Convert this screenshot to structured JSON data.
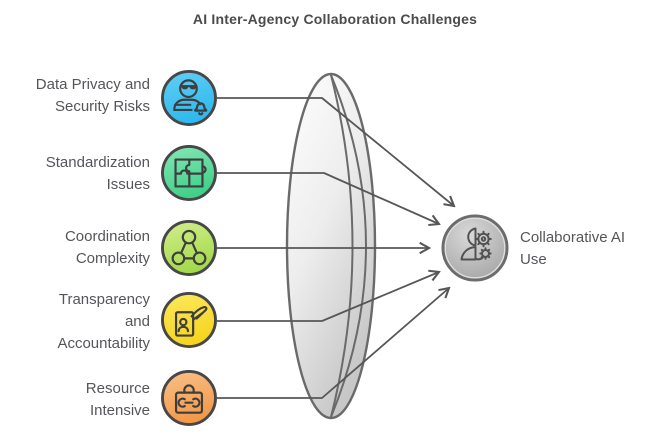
{
  "title": "AI Inter-Agency Collaboration Challenges",
  "items": [
    {
      "label": "Data Privacy and\nSecurity Risks",
      "icon": "incognito-alert-icon",
      "color_top": "#62cef5",
      "color_bottom": "#2fb9ee"
    },
    {
      "label": "Standardization\nIssues",
      "icon": "puzzle-pieces-icon",
      "color_top": "#86e7b6",
      "color_bottom": "#40d089"
    },
    {
      "label": "Coordination\nComplexity",
      "icon": "network-nodes-icon",
      "color_top": "#d4ee8e",
      "color_bottom": "#a3da4b"
    },
    {
      "label": "Transparency\nand\nAccountability",
      "icon": "hand-id-card-icon",
      "color_top": "#fbe95f",
      "color_bottom": "#f7d51e"
    },
    {
      "label": "Resource\nIntensive",
      "icon": "toolbox-wrench-icon",
      "color_top": "#f9c189",
      "color_bottom": "#f2994a"
    }
  ],
  "result": {
    "label": "Collaborative AI\nUse",
    "icon": "human-ai-gears-icon",
    "fill_top": "#d9d9d9",
    "fill_bottom": "#9f9f9f",
    "border": "#6c6c6c"
  },
  "lens": {
    "fill_top": "#ffffff",
    "fill_mid": "#ededed",
    "fill_bottom": "#c7c7c7",
    "stroke": "#6a6a6a"
  },
  "colors": {
    "connector": "#575757",
    "icon_border": "#474747",
    "glyph": "#3e3e3e",
    "node_glyph": "#525252",
    "text": "#55565a",
    "title_text": "#4a4b4d"
  }
}
